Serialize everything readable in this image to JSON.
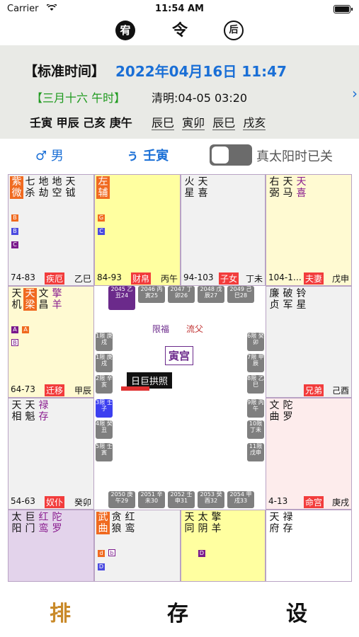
{
  "status": {
    "carrier": "Carrier",
    "time": "11:54 AM"
  },
  "top_icons": [
    {
      "name": "pai-icon",
      "glyph": "宥"
    },
    {
      "name": "ling-icon",
      "glyph": "令"
    },
    {
      "name": "hou-icon",
      "glyph": "后"
    }
  ],
  "info": {
    "std_label": "【标准时间】",
    "std_date": "2022年04月16日 11:47",
    "lunar": "【三月十六  午时】",
    "jieqi": "清明:04-05 03:20",
    "ganzhi": "壬寅 甲辰 己亥 庚午",
    "dayun": [
      "辰巳",
      "寅卯",
      "辰巳",
      "戌亥"
    ]
  },
  "options": {
    "gender": "♂ 男",
    "year": "ぅ 壬寅",
    "toggle_label": "真太阳时已关"
  },
  "cells": [
    {
      "stars": [
        "紫微",
        "七杀",
        "地劫",
        "地空",
        "天钺"
      ],
      "age": "74-83",
      "palace": "疾厄",
      "gz": "乙巳"
    },
    {
      "stars": [
        "左辅"
      ],
      "age": "84-93",
      "palace": "财帛",
      "gz": "丙午"
    },
    {
      "stars": [
        "火星",
        "天喜"
      ],
      "age": "94-103",
      "palace": "子女",
      "gz": "丁未"
    },
    {
      "stars": [
        "右弼",
        "天马",
        "天喜"
      ],
      "age": "104-1…",
      "palace": "夫妻",
      "gz": "戊申"
    },
    {
      "stars": [
        "天机",
        "天梁",
        "文昌",
        "擎羊"
      ],
      "age": "64-73",
      "palace": "迁移",
      "gz": "甲辰"
    },
    {
      "stars": [
        "廉贞",
        "破军",
        "铃星"
      ],
      "age": "",
      "palace": "兄弟",
      "gz": "己酉"
    },
    {
      "stars": [
        "天相",
        "天魁",
        "禄存"
      ],
      "age": "54-63",
      "palace": "奴仆",
      "gz": "癸卯"
    },
    {
      "stars": [
        "文曲",
        "陀罗"
      ],
      "age": "4-13",
      "palace": "命宫",
      "gz": "庚戌"
    },
    {
      "stars": [
        "太阳",
        "巨门",
        "红鸾",
        "陀罗"
      ],
      "age": "",
      "palace": "",
      "gz": ""
    },
    {
      "stars": [
        "武曲",
        "贪狼",
        "红鸾"
      ],
      "age": "",
      "palace": "",
      "gz": ""
    },
    {
      "stars": [
        "天同",
        "太阴",
        "擎羊"
      ],
      "age": "",
      "palace": "",
      "gz": ""
    },
    {
      "stars": [
        "天府",
        "禄存"
      ],
      "age": "",
      "palace": "",
      "gz": ""
    }
  ],
  "center": {
    "title": "寅宫",
    "xianfu": "限福",
    "liufu": "流父",
    "tip": "日巨拱照",
    "top_years": [
      "2045 乙丑24",
      "2046 丙寅25",
      "2047 丁卯26",
      "2048 戊辰27",
      "2049 己巳28"
    ],
    "bottom_years": [
      "2050 庚午29",
      "2051 辛未30",
      "2052 壬申31",
      "2053 癸酉32",
      "2054 甲戌33"
    ],
    "left_limits": [
      "1限 庚戌",
      "1限 庚戌",
      "2限 辛亥",
      "3限 壬子",
      "4限 癸丑",
      "5限 壬寅"
    ],
    "right_limits": [
      "6限 癸卯",
      "7限 甲辰",
      "8限 乙巳",
      "9限 丙午",
      "10限 丁未",
      "11限 戊申"
    ]
  },
  "tabs": {
    "pai": "排",
    "cun": "存",
    "she": "设"
  }
}
